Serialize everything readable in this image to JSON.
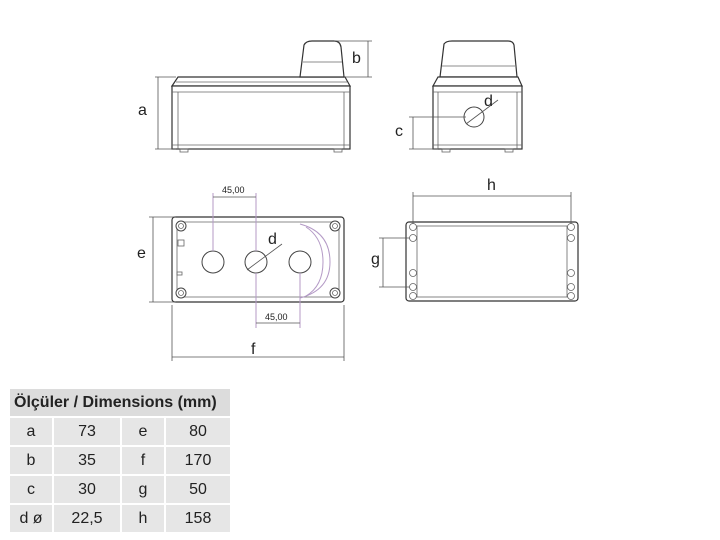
{
  "labels": {
    "a": "a",
    "b": "b",
    "c": "c",
    "d": "d",
    "d2": "d",
    "e": "e",
    "f": "f",
    "g": "g",
    "h": "h"
  },
  "dims": {
    "spacing_top": "45,00",
    "spacing_bottom": "45,00"
  },
  "table": {
    "header": "Ölçüler / Dimensions (mm)",
    "rows": [
      {
        "k1": "a",
        "v1": "73",
        "k2": "e",
        "v2": "80"
      },
      {
        "k1": "b",
        "v1": "35",
        "k2": "f",
        "v2": "170"
      },
      {
        "k1": "c",
        "v1": "30",
        "k2": "g",
        "v2": "50"
      },
      {
        "k1": "d ø",
        "v1": "22,5",
        "k2": "h",
        "v2": "158"
      }
    ]
  }
}
